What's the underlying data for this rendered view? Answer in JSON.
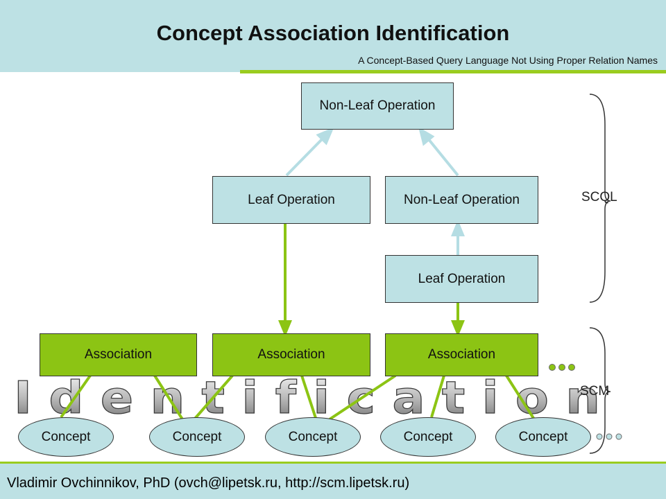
{
  "header": {
    "title": "Concept Association Identification",
    "subtitle": "A Concept-Based Query Language Not Using Proper Relation Names"
  },
  "diagram": {
    "non_leaf_top": "Non-Leaf Operation",
    "leaf_left": "Leaf Operation",
    "non_leaf_mid": "Non-Leaf Operation",
    "leaf_right": "Leaf Operation",
    "associations": [
      "Association",
      "Association",
      "Association"
    ],
    "concepts": [
      "Concept",
      "Concept",
      "Concept",
      "Concept",
      "Concept"
    ],
    "scql_label": "SCQL",
    "scm_label": "SCM",
    "watermark": "Identification"
  },
  "footer": {
    "author": "Vladimir Ovchinnikov, PhD (ovch@lipetsk.ru, http://scm.lipetsk.ru)"
  },
  "colors": {
    "header_bg": "#bde1e4",
    "accent_green": "#8cc414",
    "arrow_blue": "#b5dde3"
  }
}
